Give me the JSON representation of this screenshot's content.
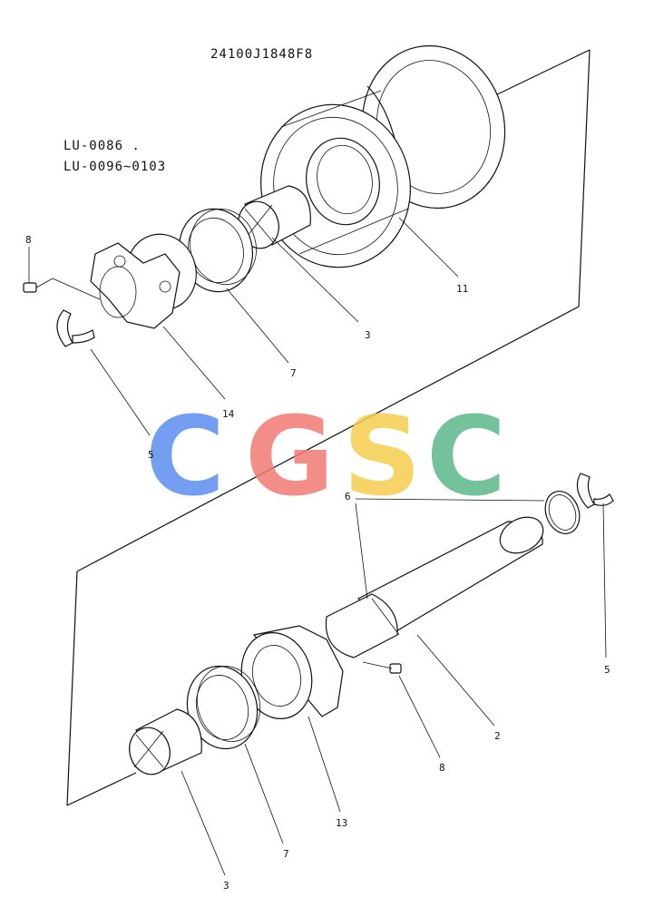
{
  "header": {
    "part_number": "24100J1848F8",
    "serials": [
      "LU-0086 .",
      "LU-0096∼0103"
    ]
  },
  "callouts": {
    "c8_top": "8",
    "c11": "11",
    "c3_top": "3",
    "c7_top": "7",
    "c14": "14",
    "c5_left": "5",
    "c6": "6",
    "c5_right": "5",
    "c2": "2",
    "c8_bottom": "8",
    "c13": "13",
    "c7_bottom": "7",
    "c3_bottom": "3"
  },
  "watermark": {
    "letters": [
      "C",
      "G",
      "S",
      "C"
    ],
    "colors": [
      "#5b8ef0",
      "#f07b73",
      "#f5cd4d",
      "#5cb88a"
    ]
  }
}
